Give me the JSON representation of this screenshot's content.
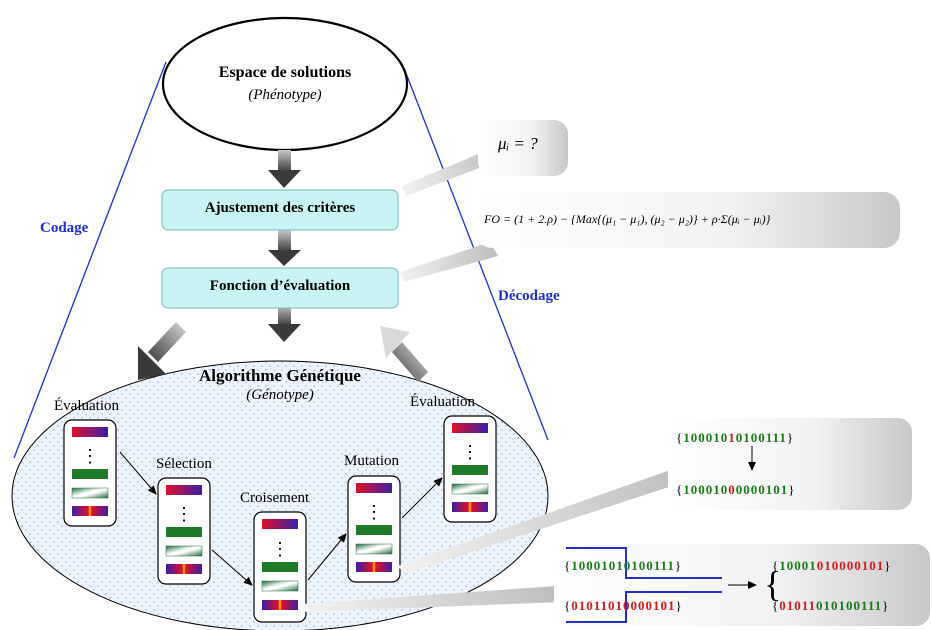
{
  "solution_space": {
    "title": "Espace de solutions",
    "subtitle": "(Phénotype)"
  },
  "adjust_box": {
    "label": "Ajustement des critères"
  },
  "eval_box": {
    "label": "Fonction d’évaluation"
  },
  "coding_label": "Codage",
  "decoding_label": "Décodage",
  "ga": {
    "title": "Algorithme Génétique",
    "subtitle": "(Génotype)"
  },
  "steps": {
    "eval_left": "Évaluation",
    "selection": "Sélection",
    "crossover": "Croisement",
    "mutation": "Mutation",
    "eval_right": "Évaluation"
  },
  "callout_mu": {
    "text": "μᵢ = ?"
  },
  "formula": {
    "text": "FO = (1 + 2.ρ) − {Max{(μ₁ − μ₁), (μ₂ − μ₂)} + ρ·Σ(μᵢ − μᵢ)}"
  },
  "mutation_example": {
    "before": {
      "open": "{",
      "a": "100010",
      "bit": "1",
      "b": "0100111",
      "close": "}"
    },
    "arrow": "↓",
    "after": {
      "open": "{",
      "a": "100010",
      "bit": "0",
      "b": "0000101",
      "close": "}"
    }
  },
  "crossover_example": {
    "parent1": {
      "open": "{",
      "a": "10001",
      "b": "010100111",
      "close": "}"
    },
    "parent2": {
      "open": "{",
      "a": "01011",
      "b": "010000101",
      "close": "}"
    },
    "child1": {
      "open": "{",
      "a": "10001",
      "b": "010000101",
      "close": "}"
    },
    "child2": {
      "open": "{",
      "a": "01011",
      "b": "010100111",
      "close": "}"
    }
  },
  "colors": {
    "blue_line": "#1f2fd0",
    "green_bar": "#1f7a2a",
    "teal_box": "#c8f4f4",
    "gene_green": "#1a7a1a",
    "gene_red": "#d11a1a"
  }
}
